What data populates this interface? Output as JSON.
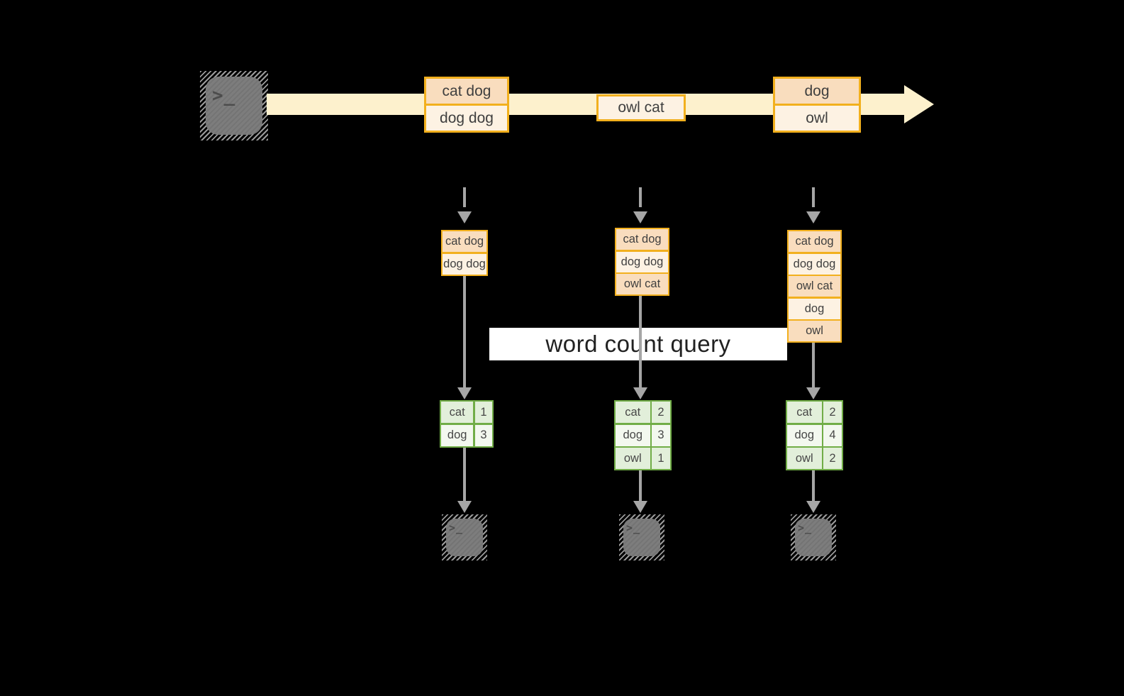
{
  "query_banner": {
    "label": "word count query"
  },
  "terminal": {
    "prompt": ">_"
  },
  "stream": {
    "events": [
      {
        "lines": [
          "cat dog",
          "dog dog"
        ]
      },
      {
        "lines": [
          "owl cat"
        ]
      },
      {
        "lines": [
          "dog",
          "owl"
        ]
      }
    ]
  },
  "columns": [
    {
      "buffer": [
        "cat dog",
        "dog dog"
      ],
      "table": [
        {
          "word": "cat",
          "count": "1"
        },
        {
          "word": "dog",
          "count": "3"
        }
      ]
    },
    {
      "buffer": [
        "cat dog",
        "dog dog",
        "owl cat"
      ],
      "table": [
        {
          "word": "cat",
          "count": "2"
        },
        {
          "word": "dog",
          "count": "3"
        },
        {
          "word": "owl",
          "count": "1"
        }
      ]
    },
    {
      "buffer": [
        "cat dog",
        "dog dog",
        "owl cat",
        "dog",
        "owl"
      ],
      "table": [
        {
          "word": "cat",
          "count": "2"
        },
        {
          "word": "dog",
          "count": "4"
        },
        {
          "word": "owl",
          "count": "2"
        }
      ]
    }
  ],
  "colors": {
    "background": "#000000",
    "stream_band": "#fdf1cd",
    "event_border": "#f2b01e",
    "event_fill_dark": "#f9ddbe",
    "event_fill_light": "#fdf2e3",
    "table_border": "#71ad47",
    "table_fill_dark": "#e2efda",
    "table_fill_light": "#f3f8ef",
    "connector_gray": "#a6a6a6",
    "terminal_gray": "#7d7d7d",
    "query_banner_bg": "#ffffff"
  }
}
